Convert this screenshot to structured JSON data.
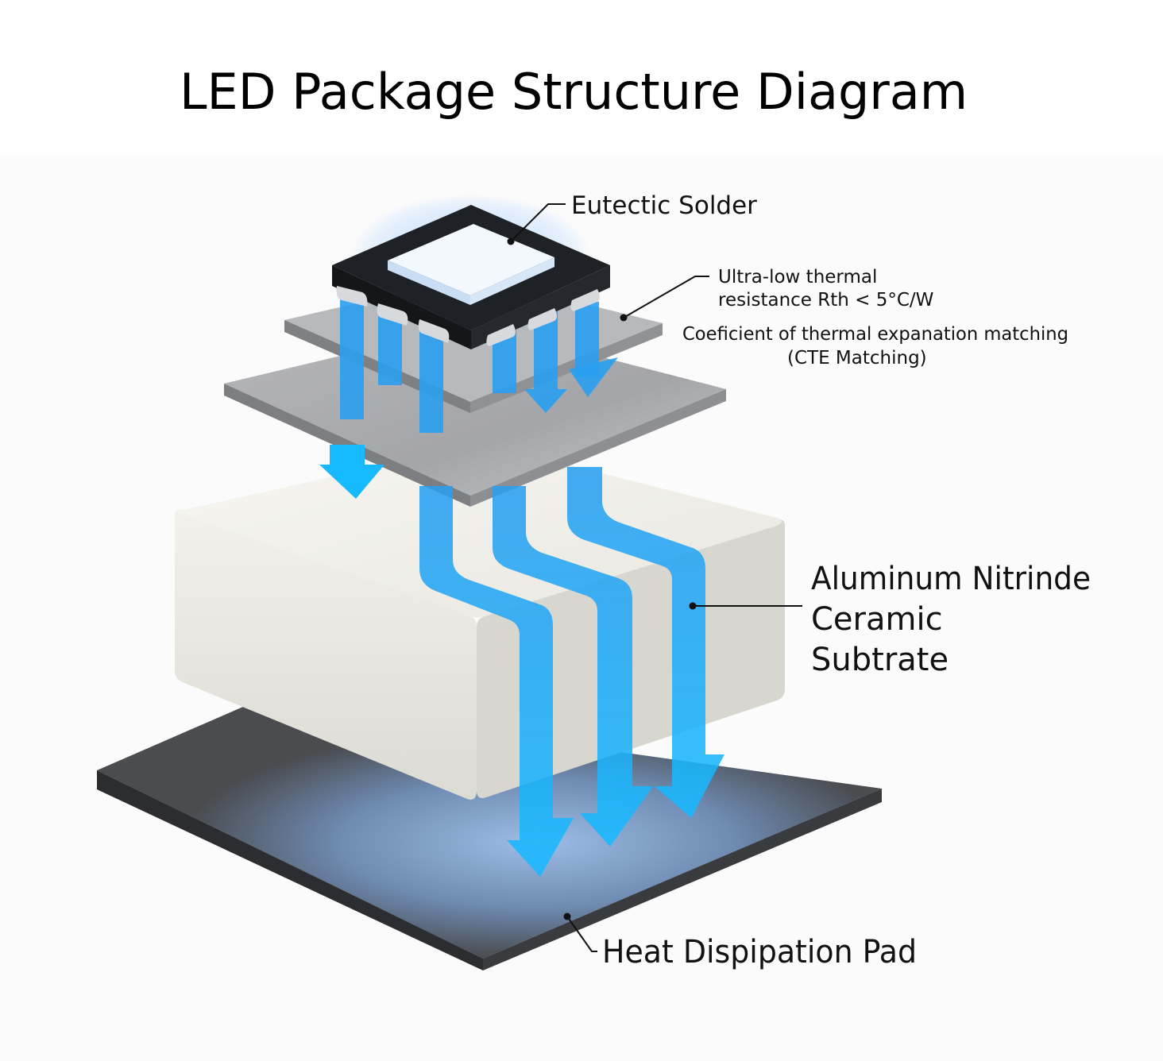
{
  "title": "LED Package Structure Diagram",
  "labels": {
    "eutectic_solder": "Eutectic Solder",
    "thermal_resistance_line1": "Ultra-low thermal",
    "thermal_resistance_line2": "resistance Rth < 5°C/W",
    "cte_line1": "Coeficient of thermal expanation matching",
    "cte_line2": "(CTE Matching)",
    "substrate_line1": "Aluminum Nitrinde",
    "substrate_line2": "Ceramic",
    "substrate_line3": "Subtrate",
    "heat_pad": "Heat Dispipation Pad"
  },
  "colors": {
    "heat_flow": "#2ea3f2",
    "chip_body": "#1e2126",
    "emitter": "#eaf4ff",
    "plate": "#a9aaae",
    "ceramic": "#e9e8e1",
    "heat_pad": "#4a4c50",
    "pad_glow": "#8fb3dd"
  },
  "icons": [
    "led-chip-icon",
    "heat-flow-arrow-icon"
  ]
}
